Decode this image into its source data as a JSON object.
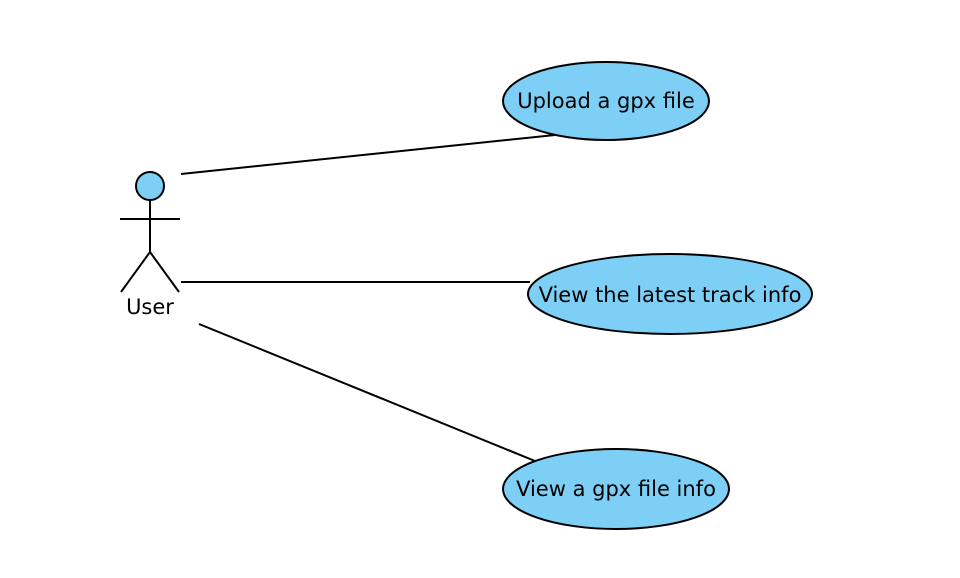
{
  "colors": {
    "fill": "#7dcff5",
    "stroke": "#000000",
    "background": "#ffffff"
  },
  "actor": {
    "name": "User",
    "icon": "stick-figure-icon"
  },
  "use_cases": [
    {
      "id": "upload",
      "label": "Upload a gpx file"
    },
    {
      "id": "latest",
      "label": "View the latest track info"
    },
    {
      "id": "gpxinfo",
      "label": "View a gpx file info"
    }
  ],
  "associations": [
    {
      "from": "User",
      "to": "Upload a gpx file"
    },
    {
      "from": "User",
      "to": "View the latest track info"
    },
    {
      "from": "User",
      "to": "View a gpx file info"
    }
  ]
}
